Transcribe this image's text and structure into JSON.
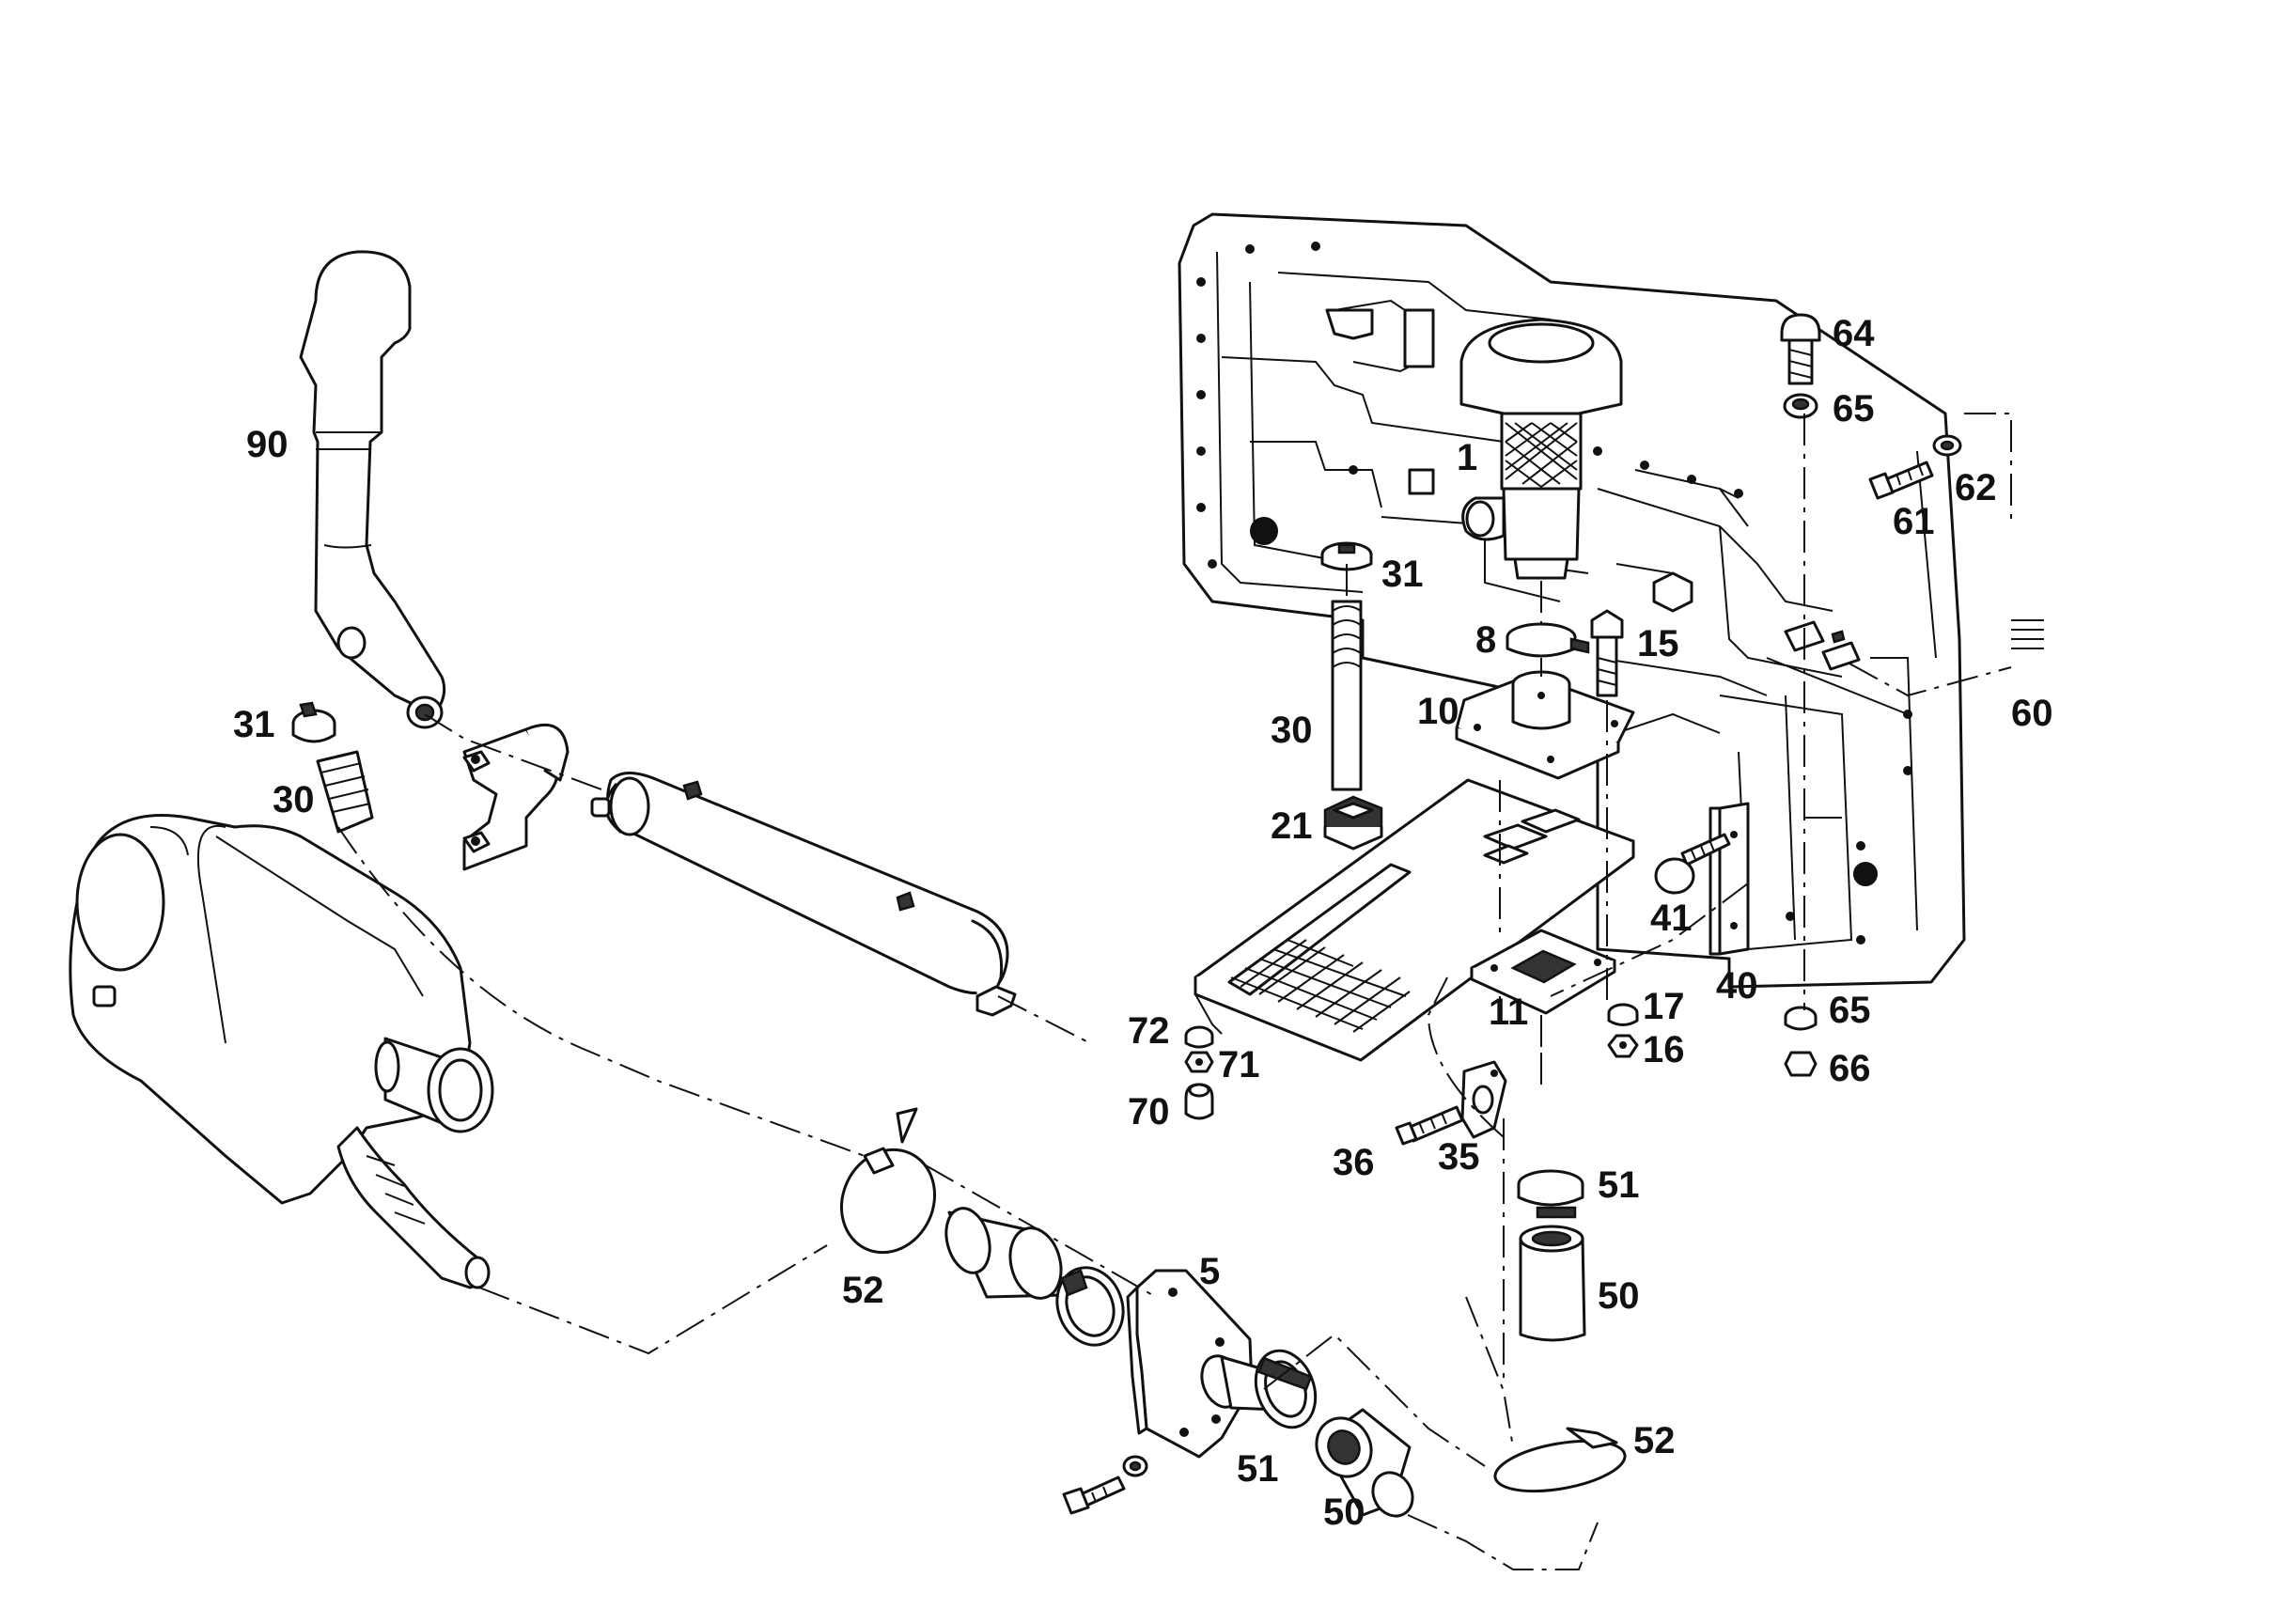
{
  "diagram": {
    "colors": {
      "ink": "#111111",
      "paper": "#ffffff",
      "shade": "#d9d9d9"
    },
    "callouts": {
      "c90": "90",
      "c31_left": "31",
      "c30_left": "30",
      "c52_left": "52",
      "c5": "5",
      "c51_bottom": "51",
      "c50_bottom": "50",
      "c1": "1",
      "c31_right": "31",
      "c8": "8",
      "c15": "15",
      "c10": "10",
      "c30_right": "30",
      "c21": "21",
      "c64": "64",
      "c65_top": "65",
      "c61": "61",
      "c62": "62",
      "c60": "60",
      "c41": "41",
      "c40": "40",
      "c11": "11",
      "c17": "17",
      "c16": "16",
      "c65_bottom": "65",
      "c66": "66",
      "c72": "72",
      "c71": "71",
      "c70": "70",
      "c36": "36",
      "c35": "35",
      "c51_right": "51",
      "c50_right": "50",
      "c52_right": "52"
    }
  }
}
